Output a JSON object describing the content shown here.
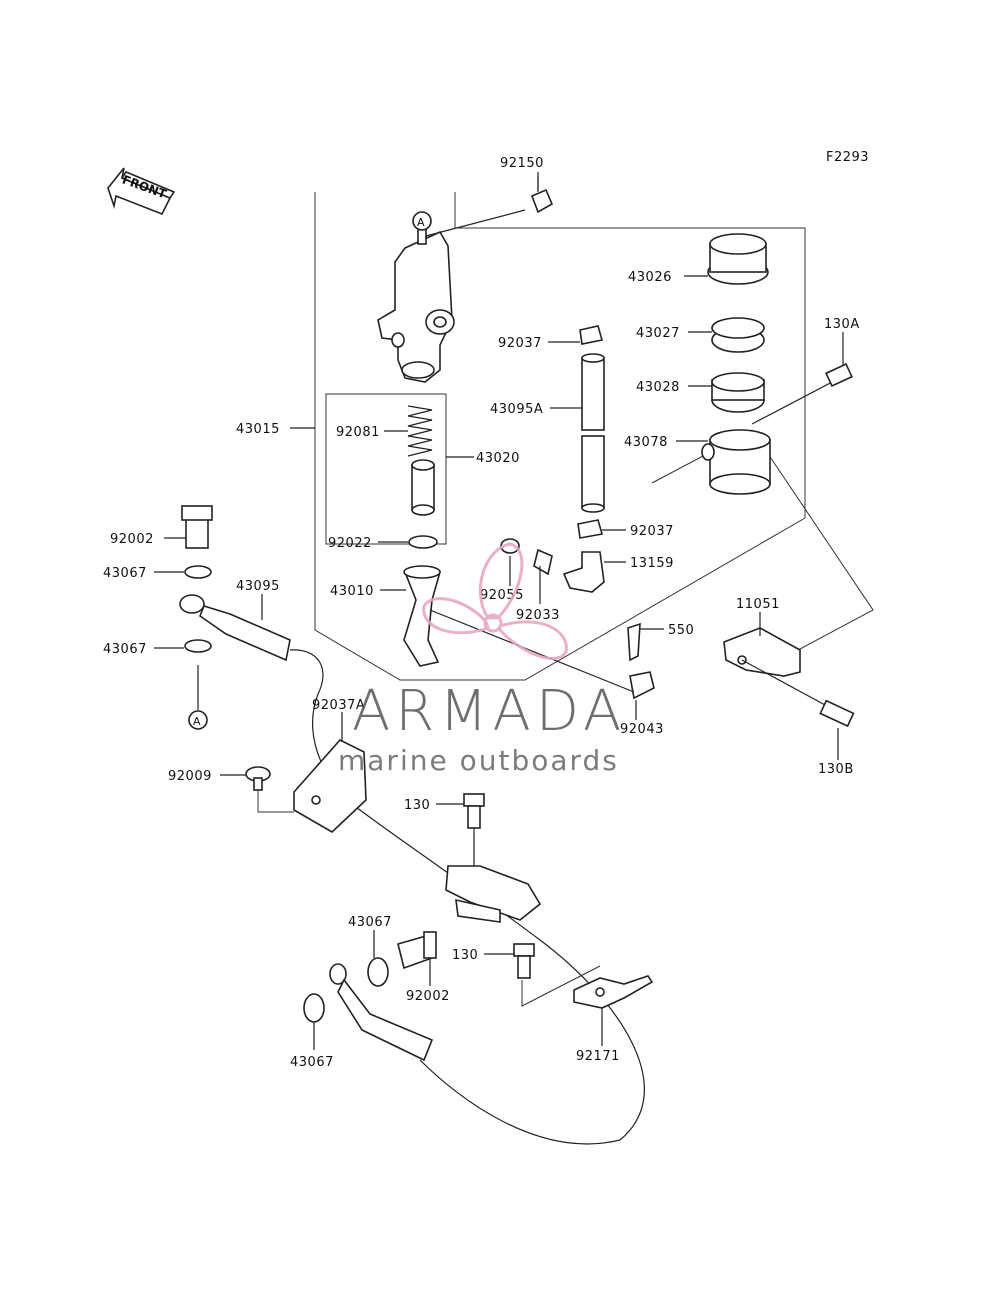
{
  "figure_code": "F2293",
  "front_label": "FRONT",
  "callout_marker": "A",
  "watermark": {
    "brand": "ARMADA",
    "tagline": "marine outboards",
    "accent": "#e8a3c0"
  },
  "parts": {
    "p92150": "92150",
    "p43026": "43026",
    "p43027": "43027",
    "p43028": "43028",
    "p43078": "43078",
    "p130A": "130A",
    "p92037a": "92037",
    "p43095A": "43095A",
    "p43015": "43015",
    "p92081": "92081",
    "p43020": "43020",
    "p92022": "92022",
    "p92037b": "92037",
    "p13159": "13159",
    "p43010": "43010",
    "p92055": "92055",
    "p92033": "92033",
    "p92002a": "92002",
    "p43067a": "43067",
    "p43095": "43095",
    "p43067b": "43067",
    "p11051": "11051",
    "p550": "550",
    "p92037A": "92037A",
    "p92043": "92043",
    "p130B": "130B",
    "p92009": "92009",
    "p130a": "130",
    "p43067c": "43067",
    "p92002b": "92002",
    "p130b": "130",
    "p92171": "92171",
    "p43067d": "43067"
  }
}
